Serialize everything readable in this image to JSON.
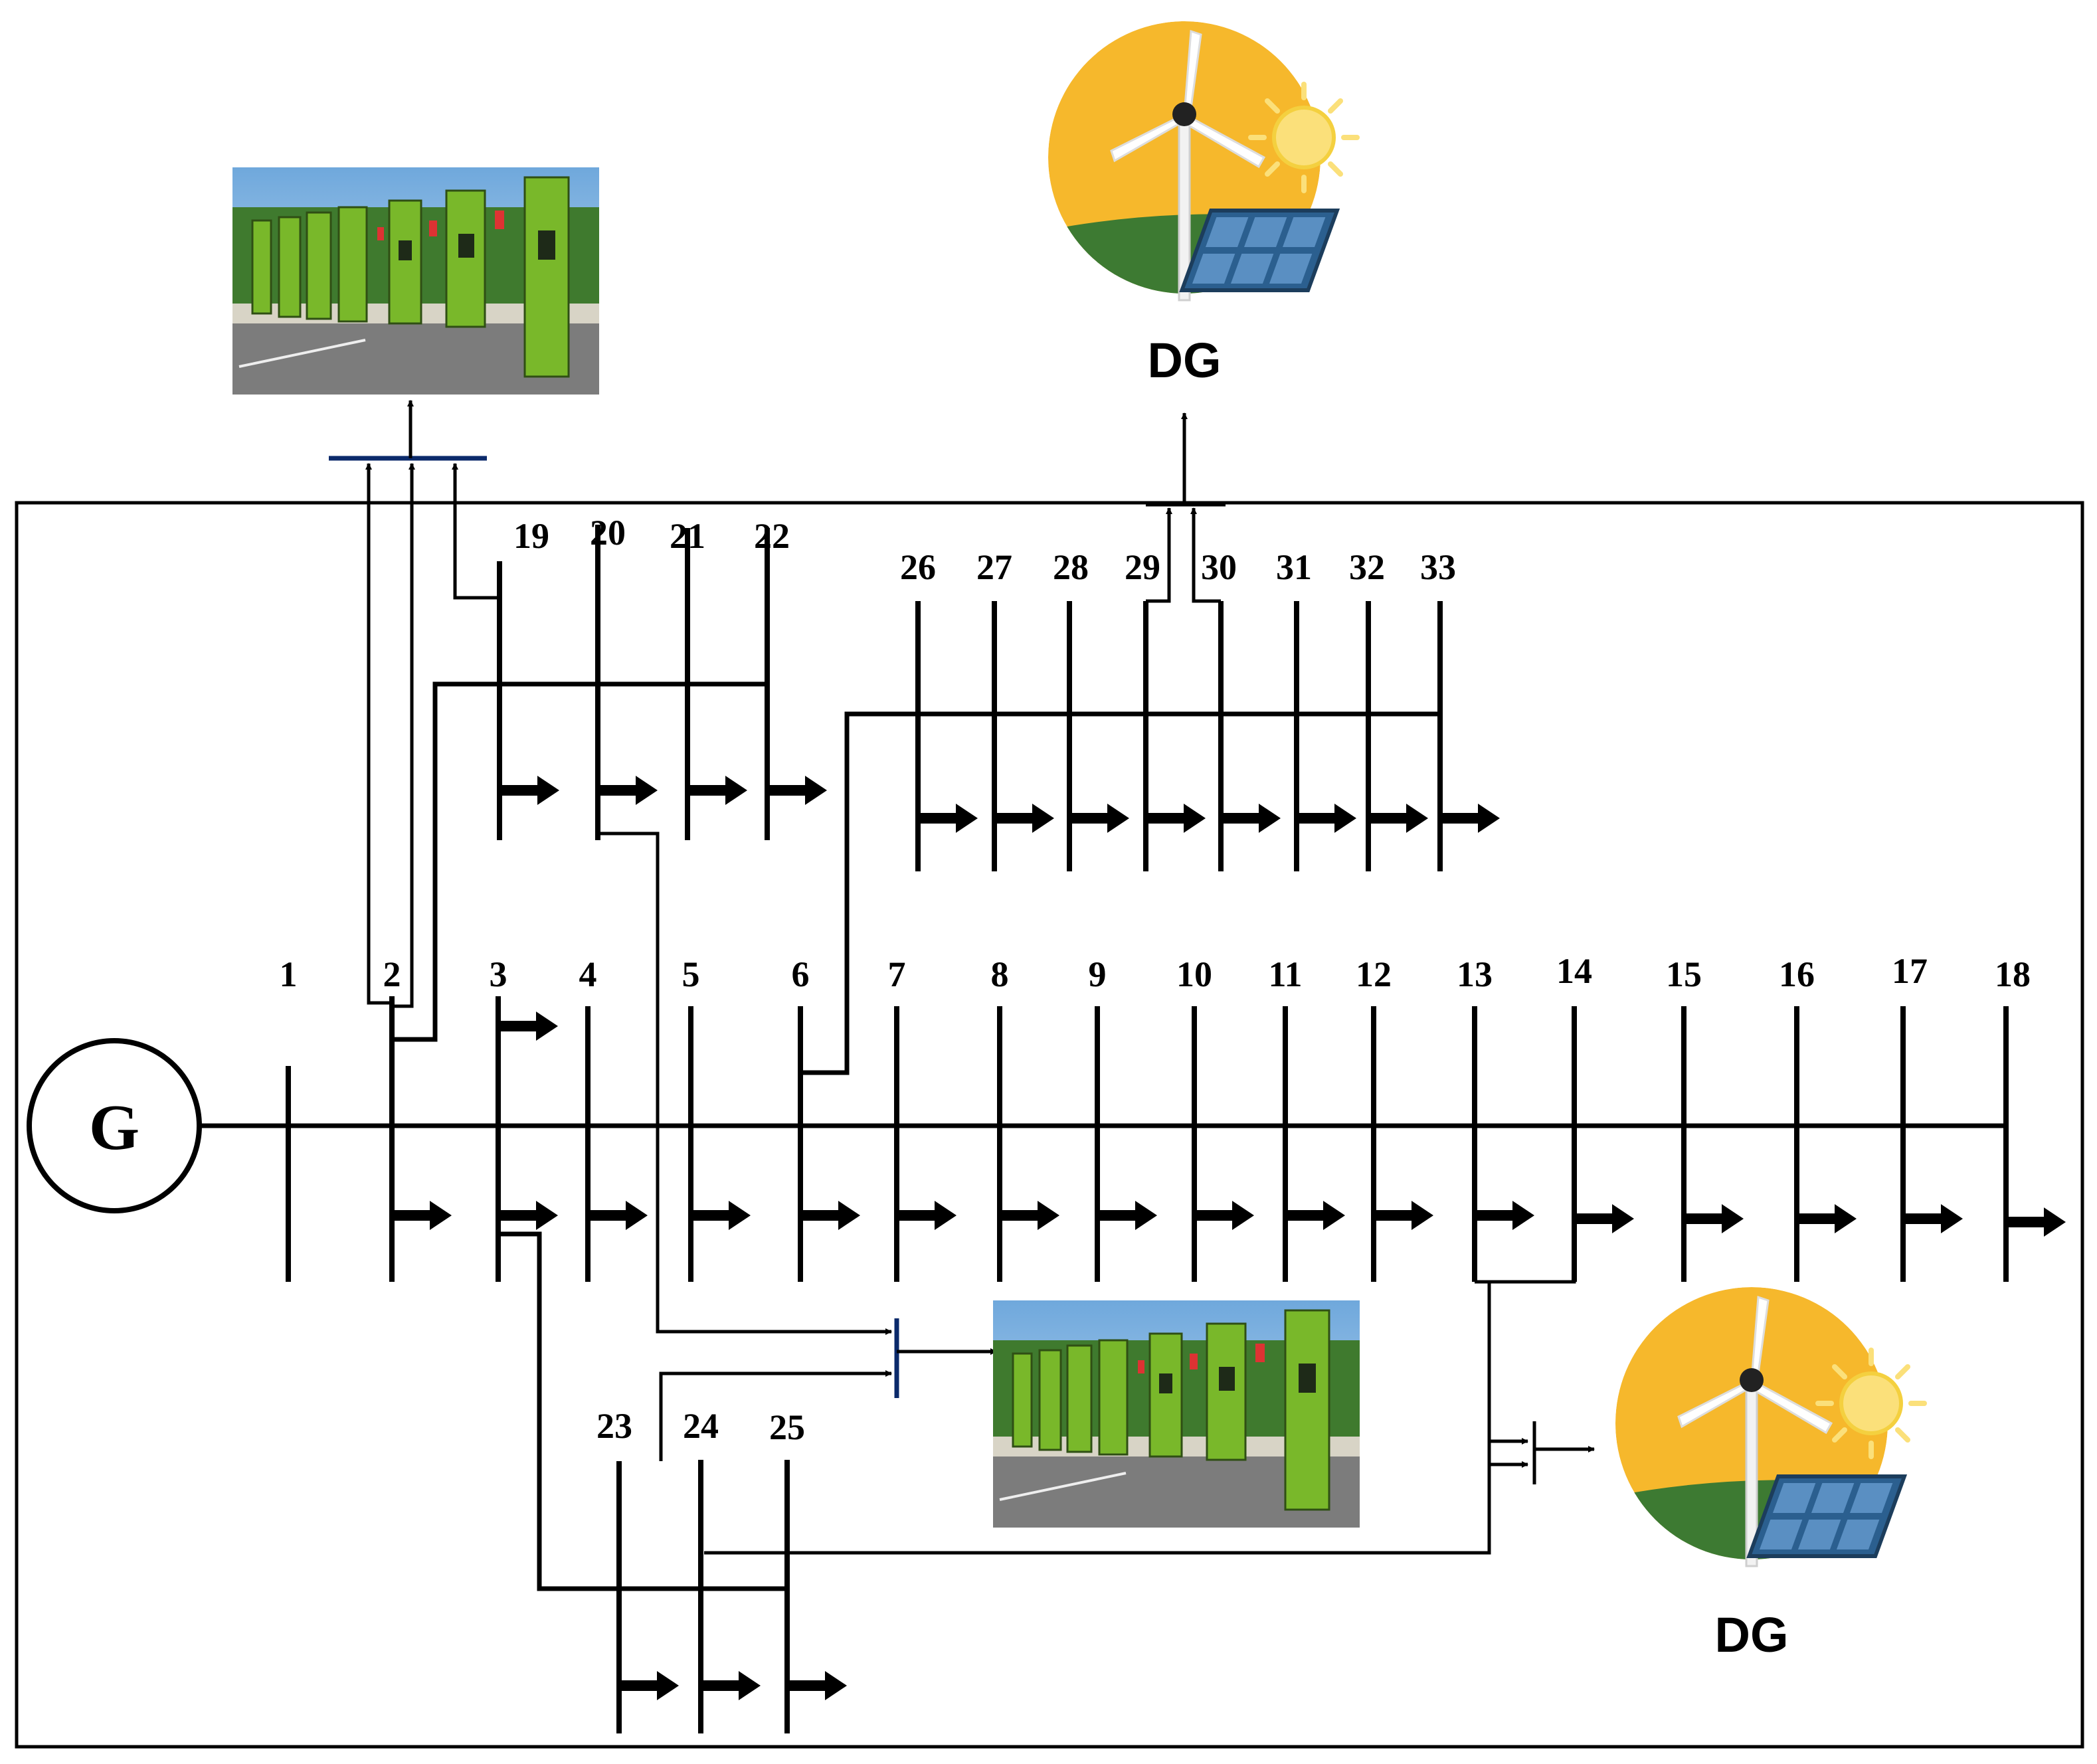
{
  "generator": {
    "label": "G"
  },
  "buses": [
    "1",
    "2",
    "3",
    "4",
    "5",
    "6",
    "7",
    "8",
    "9",
    "10",
    "11",
    "12",
    "13",
    "14",
    "15",
    "16",
    "17",
    "18",
    "19",
    "20",
    "21",
    "22",
    "23",
    "24",
    "25",
    "26",
    "27",
    "28",
    "29",
    "30",
    "31",
    "32",
    "33"
  ],
  "dg_units": [
    {
      "label": "DG",
      "icon": "wind-solar-icon"
    },
    {
      "label": "DG",
      "icon": "wind-solar-icon"
    }
  ],
  "ev_stations": [
    {
      "icon": "ev-charging-station-photo"
    },
    {
      "icon": "ev-charging-station-photo"
    }
  ],
  "colors": {
    "line": "#000000",
    "ev_bus": "#0b2a6b",
    "dg_circle": "#f6b82c",
    "dg_ground": "#3d7a32",
    "panel": "#2b5f8f",
    "charger": "#7bbf2a"
  }
}
